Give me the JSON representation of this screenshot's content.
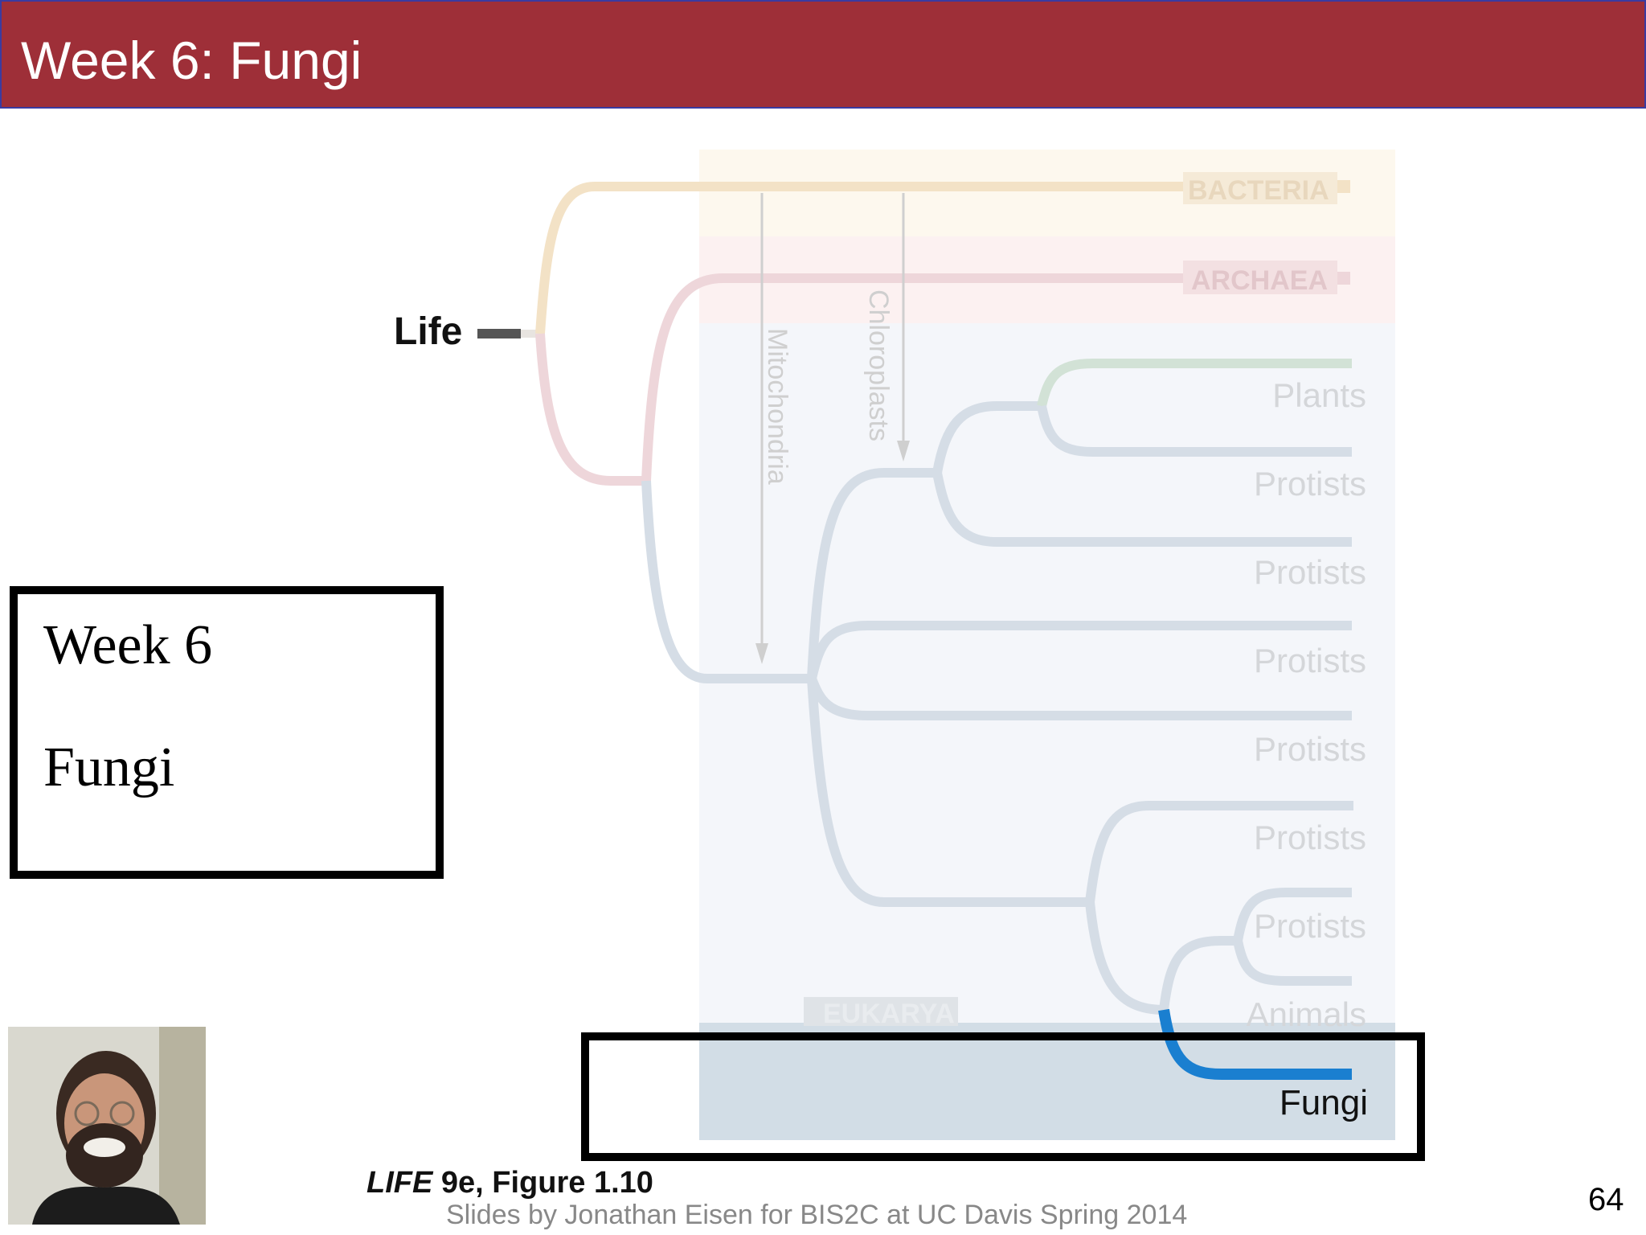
{
  "slide": {
    "title": "Week 6: Fungi",
    "page_number": "64",
    "footer": "Slides by Jonathan Eisen for BIS2C at UC Davis Spring 2014",
    "figure_caption_title": "LIFE",
    "figure_caption_rest": " 9e, Figure 1.10"
  },
  "week_box": {
    "line1": "Week 6",
    "line2": "Fungi"
  },
  "tree": {
    "root_label": "Life",
    "domains": [
      "BACTERIA",
      "ARCHAEA",
      "EUKARYA"
    ],
    "endosymbiosis": [
      "Mitochondria",
      "Chloroplasts"
    ],
    "leaves": [
      "Plants",
      "Protists",
      "Protists",
      "Protists",
      "Protists",
      "Protists",
      "Protists",
      "Animals",
      "Fungi"
    ]
  },
  "colors": {
    "title_bar": "#9e2f38",
    "highlight_branch": "#1a7fd0",
    "faded_branch": "#d5dde6"
  }
}
